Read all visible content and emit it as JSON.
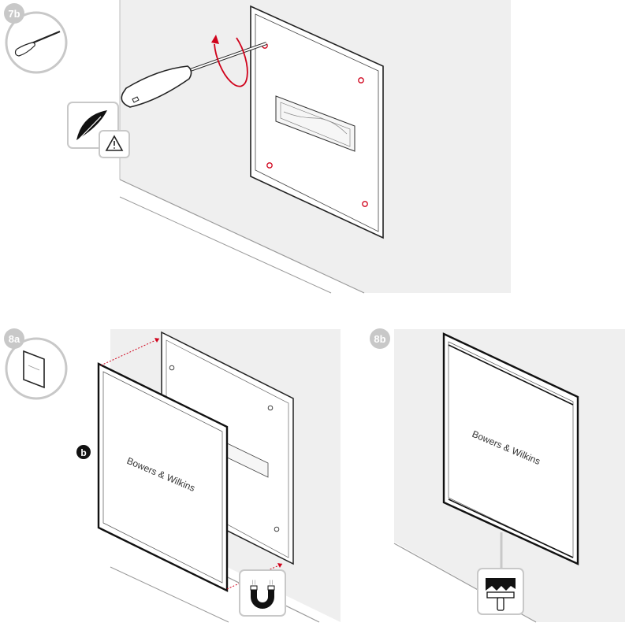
{
  "steps": [
    {
      "id": "7b",
      "label": "7b",
      "tool_icon": "screwdriver-icon",
      "callouts": [
        "feather-icon",
        "warning-icon"
      ],
      "rotation_arrow_color": "#d0021b"
    },
    {
      "id": "8a",
      "label": "8a",
      "tool_icon": "grille-card-icon",
      "part_marker": "b",
      "callouts": [
        "magnet-icon"
      ]
    },
    {
      "id": "8b",
      "label": "8b",
      "callouts": [
        "paint-brush-icon"
      ]
    }
  ],
  "brand_text": "Bowers & Wilkins",
  "colors": {
    "accent": "#d0021b",
    "panel_background": "#efefef",
    "step_badge": "#c8c8c8",
    "line": "#222222"
  }
}
